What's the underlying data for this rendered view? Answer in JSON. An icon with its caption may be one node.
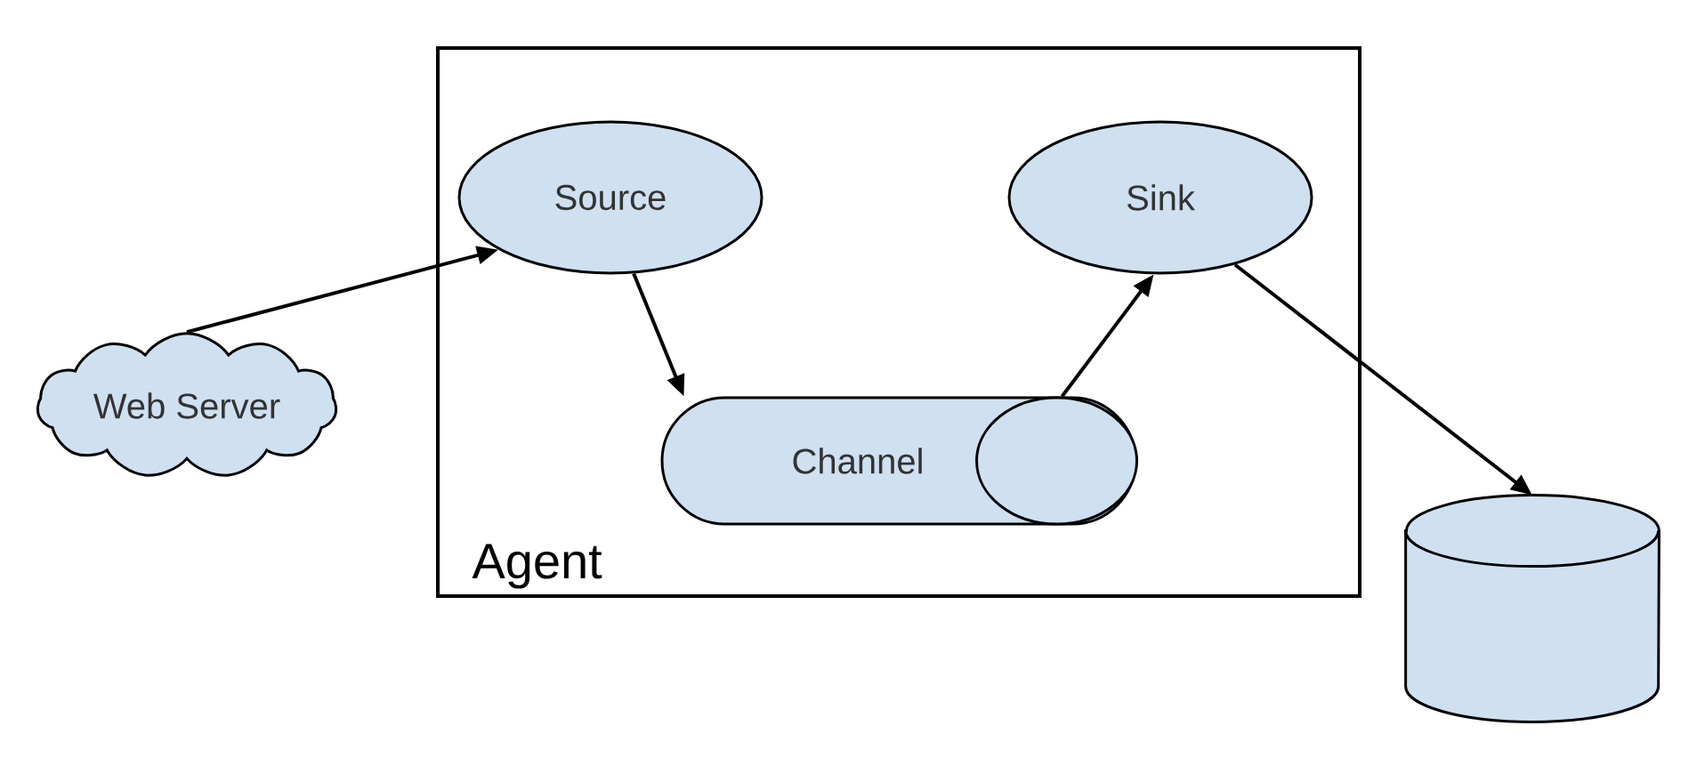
{
  "diagram": {
    "nodes": [
      {
        "text": [
          "Agent"
        ]
      },
      {
        "text": [
          "Web Server"
        ]
      },
      {
        "text": [
          "Source"
        ],
        "in": 0
      },
      {
        "text": [
          "Channel"
        ],
        "in": 0
      },
      {
        "text": [
          "Sink"
        ],
        "in": 0
      },
      {
        "text": [],
        "shape": "cylinder"
      }
    ],
    "edges": [
      {
        "from": 1,
        "to": 2,
        "arrow": "to"
      },
      {
        "from": 2,
        "to": 3,
        "arrow": "to"
      },
      {
        "from": 3,
        "to": 4,
        "arrow": "to"
      },
      {
        "from": 4,
        "to": 5,
        "arrow": "to"
      }
    ]
  }
}
